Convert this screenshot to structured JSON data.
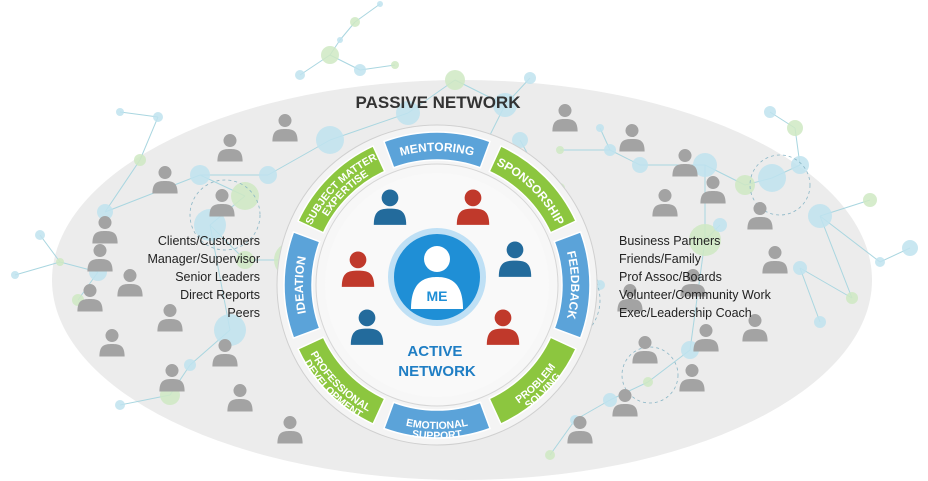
{
  "passive_network_label": "PASSIVE NETWORK",
  "active_network_label": [
    "ACTIVE",
    "NETWORK"
  ],
  "me_label": "ME",
  "segments": [
    {
      "lines": [
        "MENTORING"
      ],
      "color": "#5ba3d9"
    },
    {
      "lines": [
        "SPONSORSHIP"
      ],
      "color": "#8cc63f"
    },
    {
      "lines": [
        "FEEDBACK"
      ],
      "color": "#5ba3d9"
    },
    {
      "lines": [
        "PROBLEM",
        "SOLVING"
      ],
      "color": "#8cc63f"
    },
    {
      "lines": [
        "EMOTIONAL",
        "SUPPORT"
      ],
      "color": "#5ba3d9"
    },
    {
      "lines": [
        "PROFESSIONAL",
        "DEVELOPMENT"
      ],
      "color": "#8cc63f"
    },
    {
      "lines": [
        "IDEATION"
      ],
      "color": "#5ba3d9"
    },
    {
      "lines": [
        "SUBJECT MATTER",
        "EXPERTISE"
      ],
      "color": "#8cc63f"
    }
  ],
  "left_list": [
    "Clients/Customers",
    "Manager/Supervisor",
    "Senior Leaders",
    "Direct Reports",
    "Peers"
  ],
  "right_list": [
    "Business Partners",
    "Friends/Family",
    "Prof Assoc/Boards",
    "Volunteer/Community Work",
    "Exec/Leadership Coach"
  ],
  "colors": {
    "blue": "#5ba3d9",
    "green": "#8cc63f",
    "me_blue": "#1f8fd6",
    "person_gray": "#a3a3a3",
    "person_blue": "#236b9c",
    "person_red": "#c0392b",
    "ellipse": "#ececec"
  }
}
